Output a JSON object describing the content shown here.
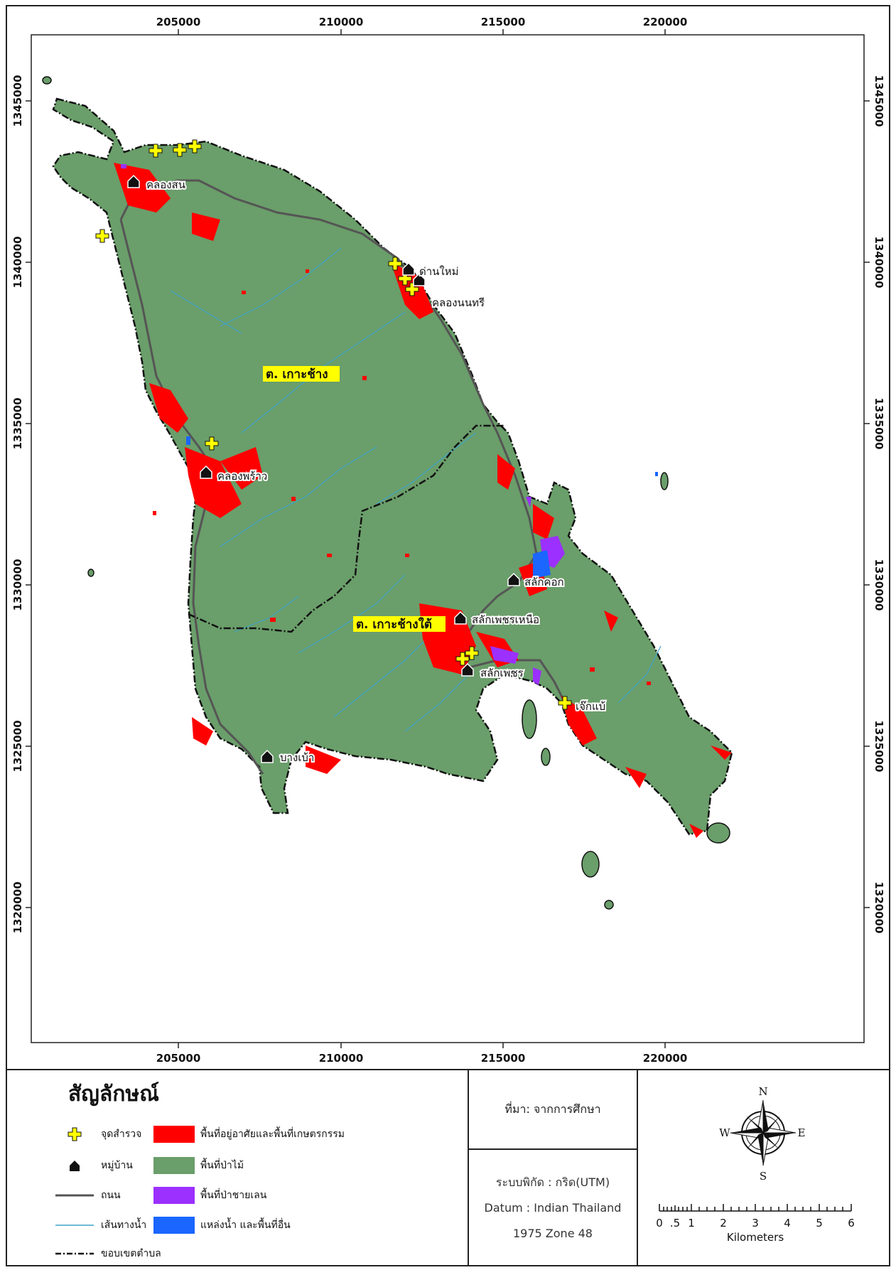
{
  "map": {
    "x_ticks": [
      "205000",
      "210000",
      "215000",
      "220000"
    ],
    "y_ticks": [
      "1345000",
      "1340000",
      "1335000",
      "1330000",
      "1325000",
      "1320000"
    ],
    "subdistricts": [
      {
        "label": "ต. เกาะช้าง"
      },
      {
        "label": "ต. เกาะช้างใต้"
      }
    ],
    "villages": [
      {
        "label": "คลองสน"
      },
      {
        "label": "ด่านใหม่"
      },
      {
        "label": "คลองนนทรี"
      },
      {
        "label": "คลองพร้าว"
      },
      {
        "label": "สลักคอก"
      },
      {
        "label": "สลักเพชรเหนือ"
      },
      {
        "label": "สลักเพชร"
      },
      {
        "label": "เจ๊กแบ้"
      },
      {
        "label": "บางเบ้า"
      }
    ],
    "colors": {
      "forest": "#6a9e6a",
      "settlement": "#ff0000",
      "mangrove": "#9b30ff",
      "water": "#1a66ff",
      "road": "#555555",
      "stream": "#3fa3c8",
      "survey_point": "#ffff00"
    }
  },
  "legend": {
    "title": "สัญลักษณ์",
    "survey_point": "จุดสำรวจ",
    "village": "หมู่บ้าน",
    "road": "ถนน",
    "waterway": "เส้นทางน้ำ",
    "boundary": "ขอบเขตตำบล",
    "settlement_agri": "พื้นที่อยู่อาศัยและพื้นที่เกษตรกรรม",
    "forest": "พื้นที่ป่าไม้",
    "mangrove": "พื้นที่ป่าชายเลน",
    "water_other": "แหล่งน้ำ และพื้นที่อื่น"
  },
  "source": {
    "label": "ที่มา: จากการศึกษา",
    "coord_system": "ระบบพิกัด : กริด(UTM)",
    "datum": "Datum : Indian Thailand",
    "zone": "1975 Zone 48"
  },
  "compass": {
    "n": "N",
    "s": "S",
    "e": "E",
    "w": "W"
  },
  "scale": {
    "labels": [
      "0",
      ".5",
      "1",
      "2",
      "3",
      "4",
      "5",
      "6"
    ],
    "unit": "Kilometers"
  }
}
